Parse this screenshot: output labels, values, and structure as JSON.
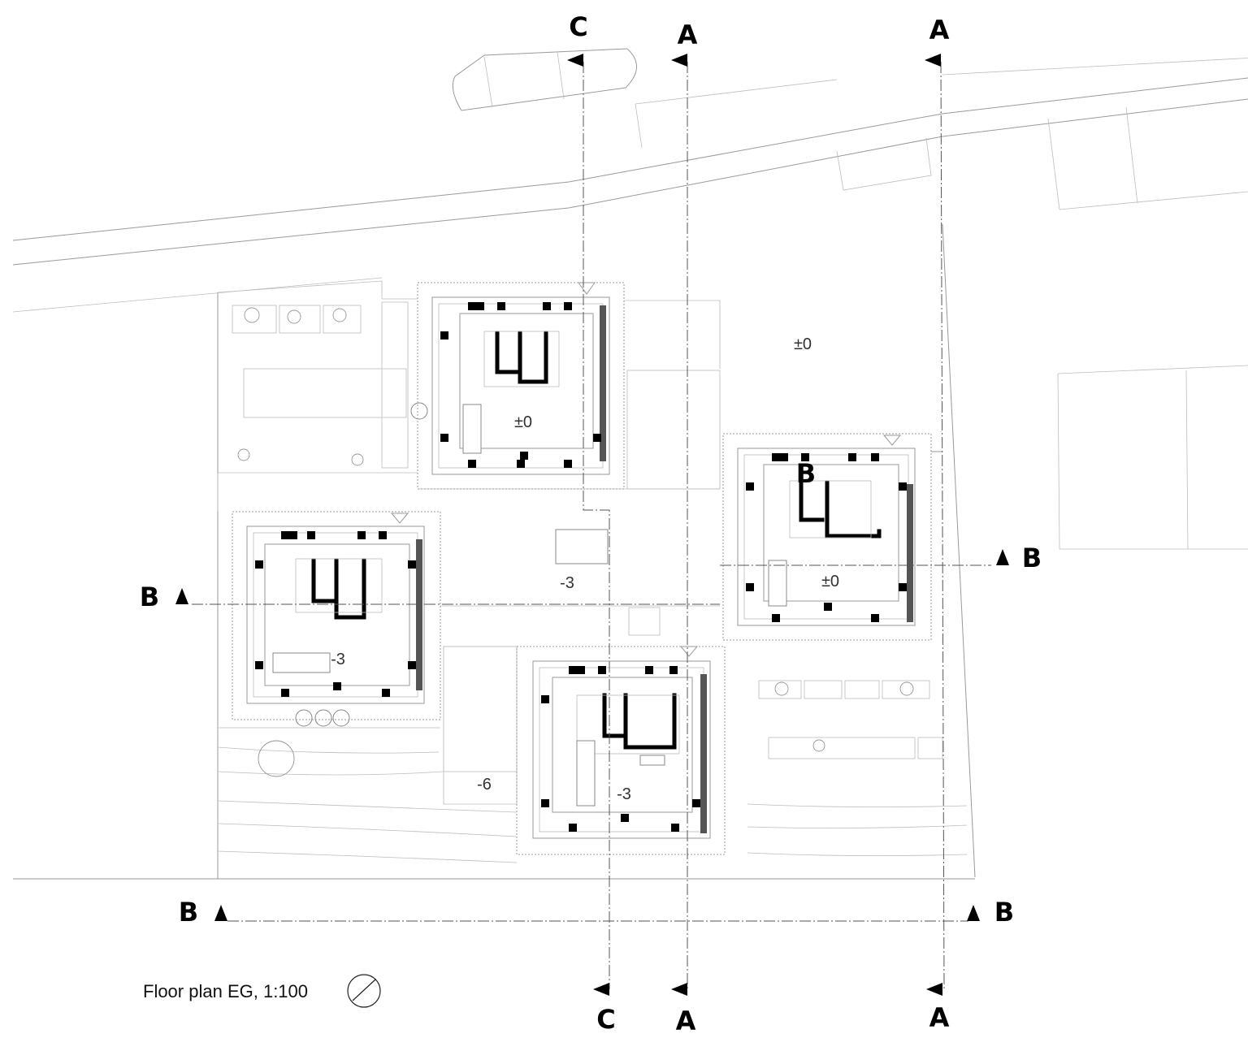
{
  "caption": {
    "text": "Floor plan EG, 1:100",
    "icon": "north-arrow-icon"
  },
  "section_marks": {
    "a_top_left": "A",
    "a_top_right": "A",
    "c_top": "C",
    "a_bottom_left": "A",
    "a_bottom_right": "A",
    "c_bottom": "C",
    "b_upper_left": "B",
    "b_upper_right": "B",
    "b_lower_left": "B",
    "b_lower_right": "B",
    "b_inner": "B"
  },
  "levels": {
    "top_house": "±0",
    "top_right_outdoor": "±0",
    "right_house": "±0",
    "courtyard": "-3",
    "left_house": "-3",
    "bottom_house": "-3",
    "lower_terrace": "-6"
  },
  "colors": {
    "ink": "#000000",
    "line": "#9a9a9a",
    "wall_gray": "#555555"
  }
}
